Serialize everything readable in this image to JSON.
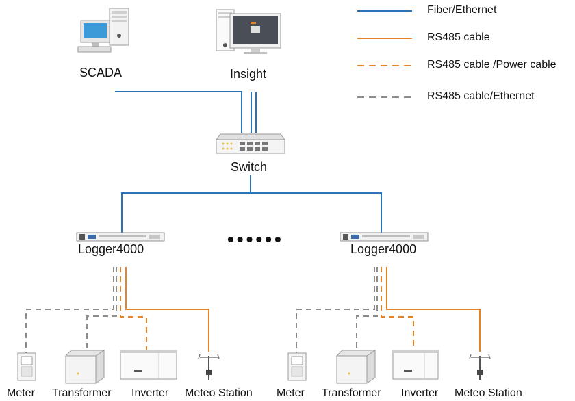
{
  "legend": [
    {
      "label": "Fiber/Ethernet",
      "style": "solid",
      "color": "#2a73b8"
    },
    {
      "label": "RS485 cable",
      "style": "solid",
      "color": "#e5832a"
    },
    {
      "label": "RS485 cable /Power cable",
      "style": "dashed",
      "color": "#e5832a"
    },
    {
      "label": "RS485 cable/Ethernet",
      "style": "dashed",
      "color": "#8c8c8c"
    }
  ],
  "top_nodes": {
    "scada": "SCADA",
    "insight": "Insight"
  },
  "switch": {
    "label": "Switch"
  },
  "loggers": [
    {
      "label": "Logger4000"
    },
    {
      "label": "Logger4000"
    }
  ],
  "ellipsis": "••••••",
  "devices_left": [
    "Meter",
    "Transformer",
    "Inverter",
    "Meteo Station"
  ],
  "devices_right": [
    "Meter",
    "Transformer",
    "Inverter",
    "Meteo Station"
  ],
  "colors": {
    "fiber": "#2a73b8",
    "rs485": "#e5832a",
    "ethernet_dashed": "#8c8c8c"
  }
}
